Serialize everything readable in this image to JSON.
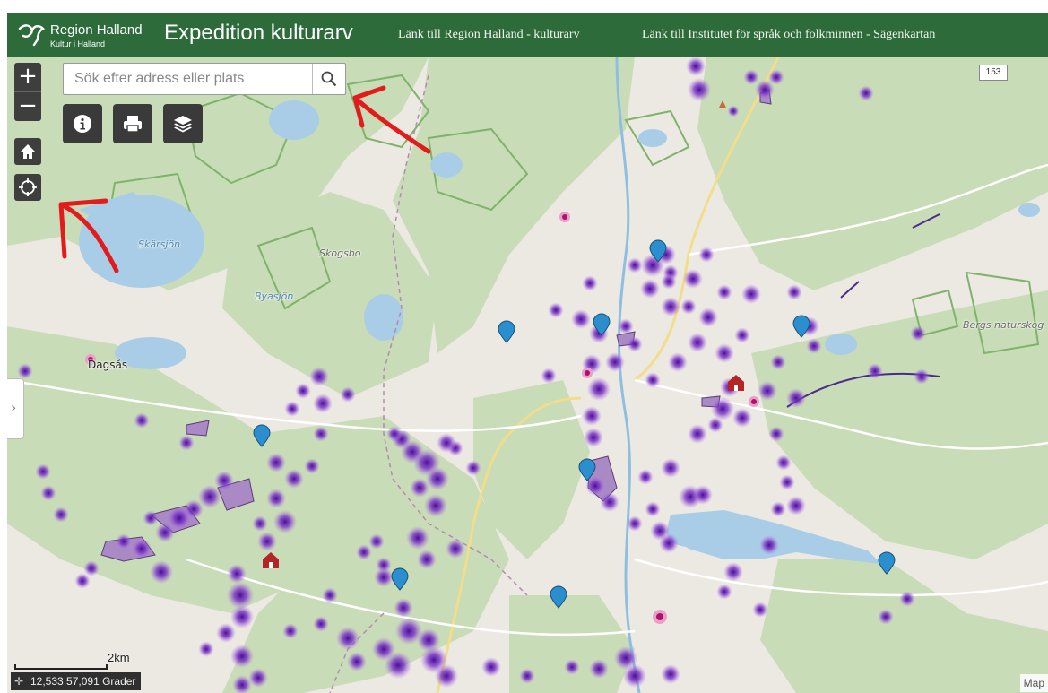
{
  "header": {
    "logo_name": "Region Halland",
    "logo_sub": "Kultur i Halland",
    "app_title": "Expedition kulturarv",
    "link_region": "Länk till Region Halland - kulturarv",
    "link_institute": "Länk till Institutet för språk och folkminnen - Sägenkartan",
    "bg_color": "#2e6b3a"
  },
  "map_controls": {
    "zoom_in": "+",
    "zoom_out": "−",
    "home_icon": "home-icon",
    "locate_icon": "locate-icon"
  },
  "search": {
    "placeholder": "Sök efter adress eller plats",
    "value": "",
    "button_icon": "search-icon"
  },
  "tools": {
    "info_icon": "info-icon",
    "print_icon": "print-icon",
    "layers_icon": "layers-icon"
  },
  "map": {
    "place_labels": {
      "skarsjon": "Skärsjön",
      "skogsbo": "Skogsbo",
      "byasjon": "Byasjön",
      "dagsas": "Dagsås",
      "bergs": "Bergs naturskog"
    },
    "road_number": "153",
    "scale_label": "2km",
    "coordinates": "12,533 57,091 Grader",
    "attribution": "Map",
    "colors": {
      "forest": "#c9dcb8",
      "water": "#a9cde6",
      "heat": "#6a1fb0",
      "marker": "#2b8fcf",
      "annotation": "#e21b1b"
    }
  }
}
